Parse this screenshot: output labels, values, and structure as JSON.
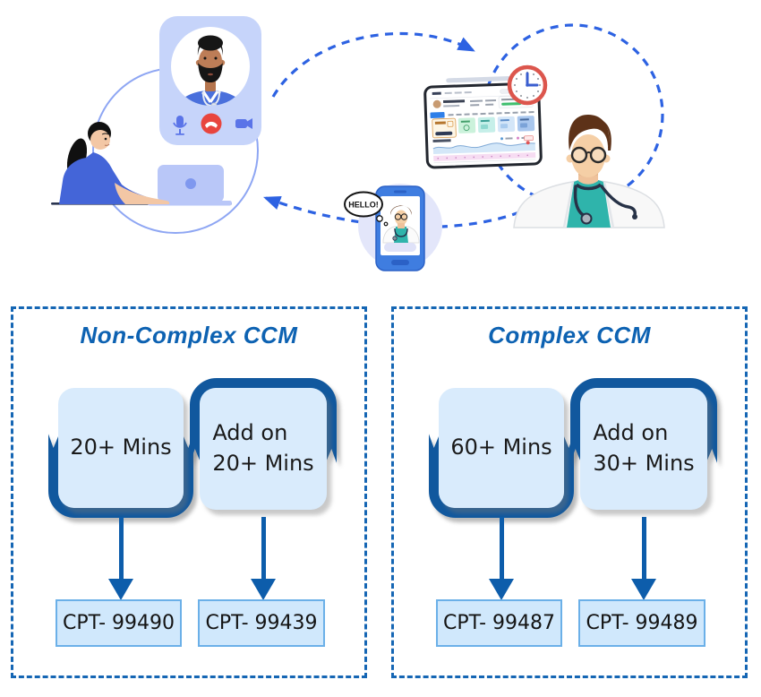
{
  "illustration": {
    "phone": {
      "bubble_label": "HELLO!"
    }
  },
  "panels": [
    {
      "title": "Non-Complex CCM",
      "stages": [
        {
          "line1": "20+ Mins",
          "line2": "",
          "cpt": "CPT- 99490"
        },
        {
          "line1": "Add on",
          "line2": "20+ Mins",
          "cpt": "CPT- 99439"
        }
      ]
    },
    {
      "title": "Complex CCM",
      "stages": [
        {
          "line1": "60+ Mins",
          "line2": "",
          "cpt": "CPT- 99487"
        },
        {
          "line1": "Add on",
          "line2": "30+ Mins",
          "cpt": "CPT- 99489"
        }
      ]
    }
  ],
  "colors": {
    "title_blue": "#0d62b2",
    "panel_border_blue": "#1566b4",
    "ribbon_blue": "#11589e",
    "arrow_blue": "#0d5dab",
    "stage_fill": "#d9ebfc",
    "cpt_fill": "#d0e8fc",
    "cpt_border": "#6bb0e8",
    "flow_dash_blue": "#2d62e2",
    "end_call_red": "#e8453e"
  }
}
